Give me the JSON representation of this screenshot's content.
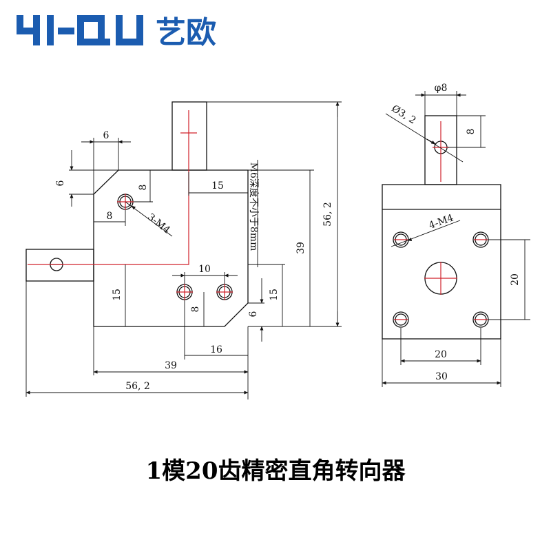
{
  "brand": {
    "wordmark": "YI-QU",
    "chinese": "艺欧",
    "color": "#1b5cb0"
  },
  "caption": "1模20齿精密直角转向器",
  "dims": {
    "d6_top": "6",
    "d6_left": "6",
    "d8_v": "8",
    "d8_h": "8",
    "label_3m4": "3-M4",
    "d15_top": "15",
    "note_m6": "M6深度不小于8mm",
    "d56_right": "56, 2",
    "d39_right": "39",
    "d10": "10",
    "d15_left": "15",
    "d8_lower": "8",
    "d15_right": "15",
    "d6_lower": "6",
    "d16": "16",
    "d39_bottom": "39",
    "d56_bottom": "56, 2",
    "phi8": "φ8",
    "phi32": "Ø3, 2",
    "d8_side": "8",
    "label_4m4": "4-M4",
    "d20_v": "20",
    "d20_h": "20",
    "d30": "30"
  },
  "colors": {
    "line": "#111111",
    "center": "#d0202a"
  }
}
